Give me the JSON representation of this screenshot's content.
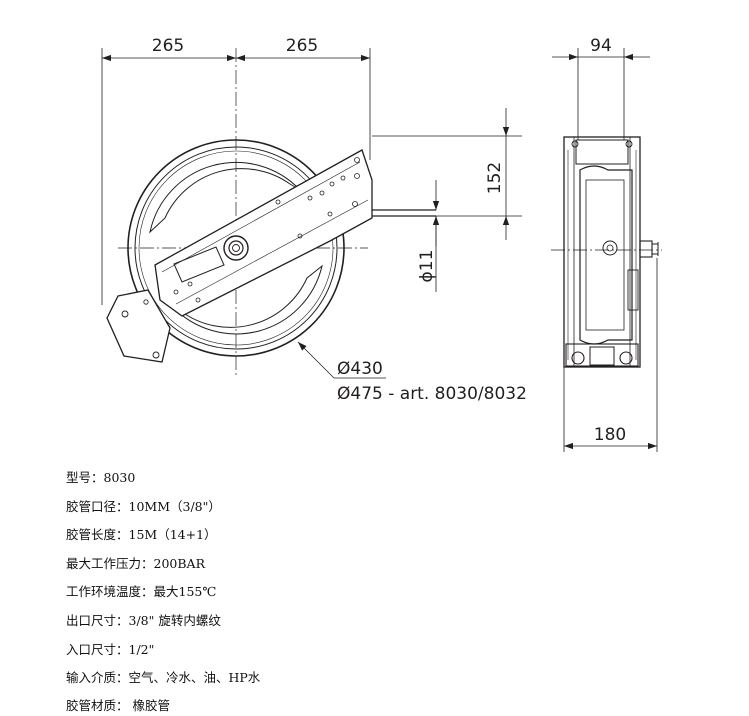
{
  "drawing": {
    "dims": {
      "width_left": "265",
      "width_right": "265",
      "side_depth": "94",
      "mount_height": "152",
      "hole_dia": "ϕ11",
      "diameter": "Ø430",
      "diameter_alt": "Ø475 - art. 8030/8032",
      "side_width": "180"
    }
  },
  "specs": [
    "型号：8030",
    "胶管口径：10MM（3/8\"）",
    "胶管长度：15M（14+1）",
    "最大工作压力：200BAR",
    "工作环境温度：最大155℃",
    "出口尺寸：3/8\" 旋转内螺纹",
    "入口尺寸：1/2\"",
    "输入介质：空气、冷水、油、HP水",
    "胶管材质： 橡胶管"
  ]
}
